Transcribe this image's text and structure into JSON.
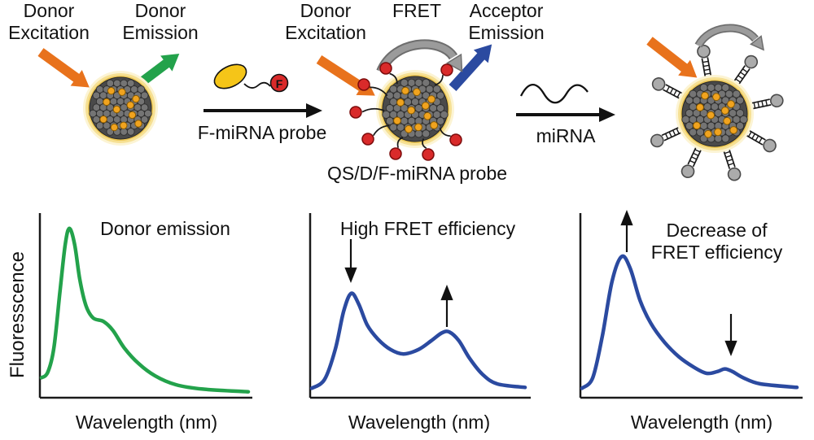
{
  "scheme": {
    "donor_excitation_1": "Donor\nExcitation",
    "donor_emission": "Donor\nEmission",
    "f_mirna_probe_step": "F-miRNA probe",
    "donor_excitation_2": "Donor\nExcitation",
    "fret": "FRET",
    "acceptor_emission": "Acceptor\nEmission",
    "qs_probe": "QS/D/F-miRNA probe",
    "mirna_step": "miRNA",
    "f_label": "F",
    "colors": {
      "donor_excitation_arrow": "#e8721c",
      "donor_emission_arrow": "#23a24b",
      "acceptor_emission_arrow": "#2b4aa0",
      "fret_arrow": "#9b9b9b",
      "probe_body": "#f5c518",
      "fluorophore": "#d92a2a"
    }
  },
  "figure": {
    "ylabel": "Fluoresscence"
  },
  "chart_data": [
    {
      "type": "line",
      "title": "Donor emission",
      "xlabel": "Wavelength (nm)",
      "ylabel": "Fluoresscence",
      "color": "#23a24b",
      "ticks": "none",
      "ylim": [
        0,
        1
      ],
      "points": [
        [
          0,
          0.1
        ],
        [
          0.03,
          0.13
        ],
        [
          0.06,
          0.27
        ],
        [
          0.09,
          0.6
        ],
        [
          0.115,
          0.86
        ],
        [
          0.135,
          0.95
        ],
        [
          0.16,
          0.86
        ],
        [
          0.185,
          0.66
        ],
        [
          0.215,
          0.51
        ],
        [
          0.25,
          0.44
        ],
        [
          0.3,
          0.42
        ],
        [
          0.345,
          0.37
        ],
        [
          0.4,
          0.27
        ],
        [
          0.47,
          0.18
        ],
        [
          0.55,
          0.11
        ],
        [
          0.65,
          0.06
        ],
        [
          0.78,
          0.035
        ],
        [
          1,
          0.02
        ]
      ],
      "annotations": []
    },
    {
      "type": "line",
      "title": "High FRET efficiency",
      "xlabel": "Wavelength (nm)",
      "ylabel": "Fluoresscence",
      "color": "#2b4aa0",
      "ticks": "none",
      "ylim": [
        0,
        1
      ],
      "points": [
        [
          0,
          0.04
        ],
        [
          0.06,
          0.09
        ],
        [
          0.11,
          0.26
        ],
        [
          0.15,
          0.48
        ],
        [
          0.185,
          0.58
        ],
        [
          0.22,
          0.52
        ],
        [
          0.26,
          0.4
        ],
        [
          0.31,
          0.32
        ],
        [
          0.37,
          0.26
        ],
        [
          0.43,
          0.235
        ],
        [
          0.5,
          0.26
        ],
        [
          0.56,
          0.31
        ],
        [
          0.61,
          0.355
        ],
        [
          0.645,
          0.36
        ],
        [
          0.69,
          0.31
        ],
        [
          0.74,
          0.21
        ],
        [
          0.8,
          0.12
        ],
        [
          0.87,
          0.065
        ],
        [
          1,
          0.045
        ]
      ],
      "annotations": [
        {
          "symbol": "down-arrow",
          "at_x": 0.185,
          "meaning": "donor peak decreases"
        },
        {
          "symbol": "up-arrow",
          "at_x": 0.63,
          "meaning": "acceptor peak increases"
        }
      ]
    },
    {
      "type": "line",
      "title": "Decrease of\nFRET efficiency",
      "xlabel": "Wavelength (nm)",
      "ylabel": "Fluoresscence",
      "color": "#2b4aa0",
      "ticks": "none",
      "ylim": [
        0,
        1
      ],
      "points": [
        [
          0,
          0.04
        ],
        [
          0.05,
          0.1
        ],
        [
          0.095,
          0.34
        ],
        [
          0.14,
          0.65
        ],
        [
          0.185,
          0.79
        ],
        [
          0.225,
          0.72
        ],
        [
          0.27,
          0.54
        ],
        [
          0.32,
          0.41
        ],
        [
          0.385,
          0.3
        ],
        [
          0.45,
          0.22
        ],
        [
          0.52,
          0.16
        ],
        [
          0.58,
          0.125
        ],
        [
          0.63,
          0.135
        ],
        [
          0.665,
          0.15
        ],
        [
          0.7,
          0.135
        ],
        [
          0.75,
          0.1
        ],
        [
          0.83,
          0.065
        ],
        [
          1,
          0.045
        ]
      ],
      "annotations": [
        {
          "symbol": "up-arrow",
          "at_x": 0.185,
          "meaning": "donor peak increases"
        },
        {
          "symbol": "down-arrow",
          "at_x": 0.665,
          "meaning": "acceptor peak decreases"
        }
      ]
    }
  ]
}
